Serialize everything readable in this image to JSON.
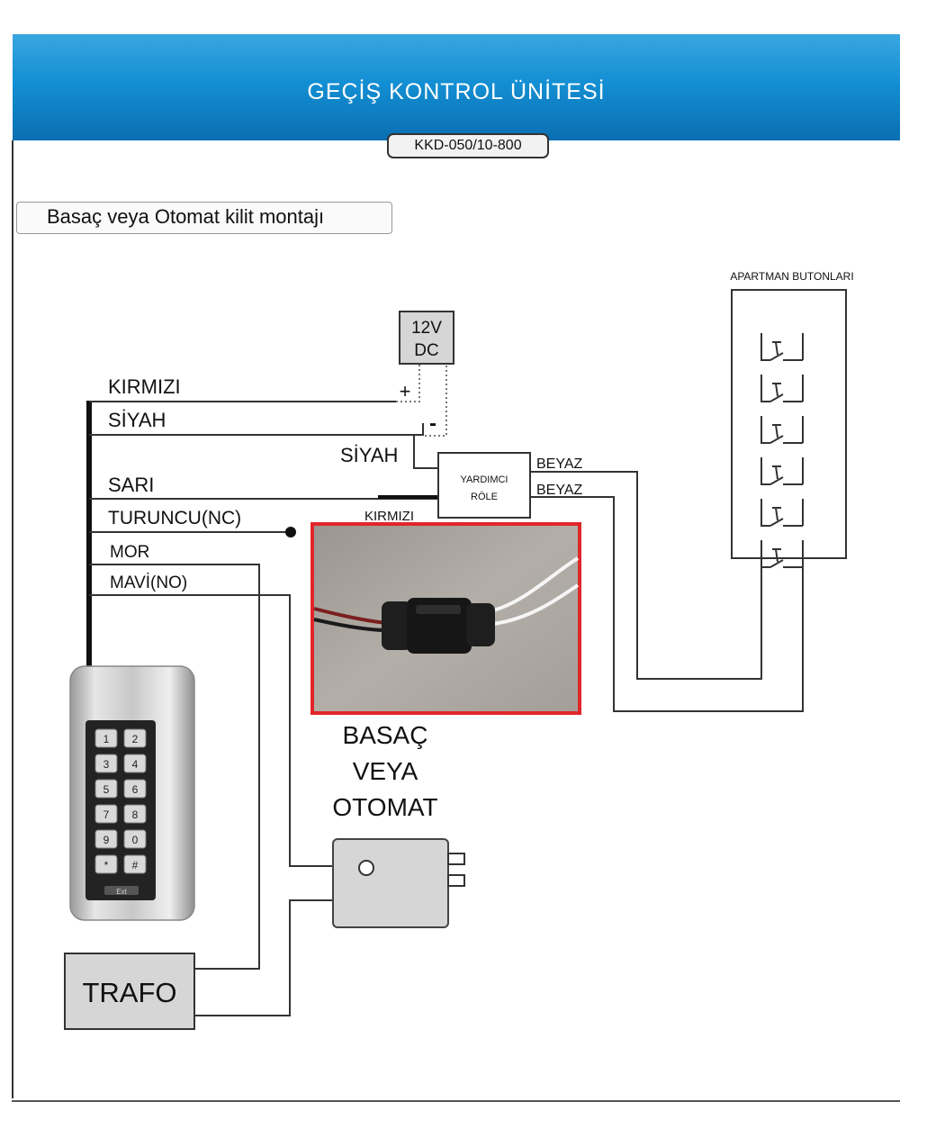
{
  "header": {
    "title": "GEÇİŞ KONTROL ÜNİTESİ",
    "model": "KKD-050/10-800"
  },
  "subtitle": "Basaç veya Otomat kilit montajı",
  "diagram": {
    "power_supply": {
      "line1": "12V",
      "line2": "DC",
      "plus": "+",
      "minus": "-"
    },
    "wires": {
      "kirmizi": "KIRMIZI",
      "siyah": "SİYAH",
      "siyah_relay": "SİYAH",
      "sari": "SARI",
      "turuncu": "TURUNCU(NC)",
      "mor": "MOR",
      "mavi": "MAVİ(NO)",
      "kirmizi_relay": "KIRMIZI",
      "beyaz1": "BEYAZ",
      "beyaz2": "BEYAZ"
    },
    "relay": {
      "line1": "YARDIMCI",
      "line2": "RÖLE"
    },
    "buttons_title": "APARTMAN BUTONLARI",
    "lock": {
      "line1": "BASAÇ",
      "line2": "VEYA",
      "line3": "OTOMAT"
    },
    "transformer": "TRAFO",
    "keypad_keys": [
      "1",
      "2",
      "3",
      "4",
      "5",
      "6",
      "7",
      "8",
      "9",
      "0",
      "*",
      "#"
    ],
    "keypad_brand": "Ext"
  },
  "colors": {
    "header_blue": "#138fd3",
    "photo_frame": "#e0262b",
    "box_grey": "#d6d6d6"
  }
}
